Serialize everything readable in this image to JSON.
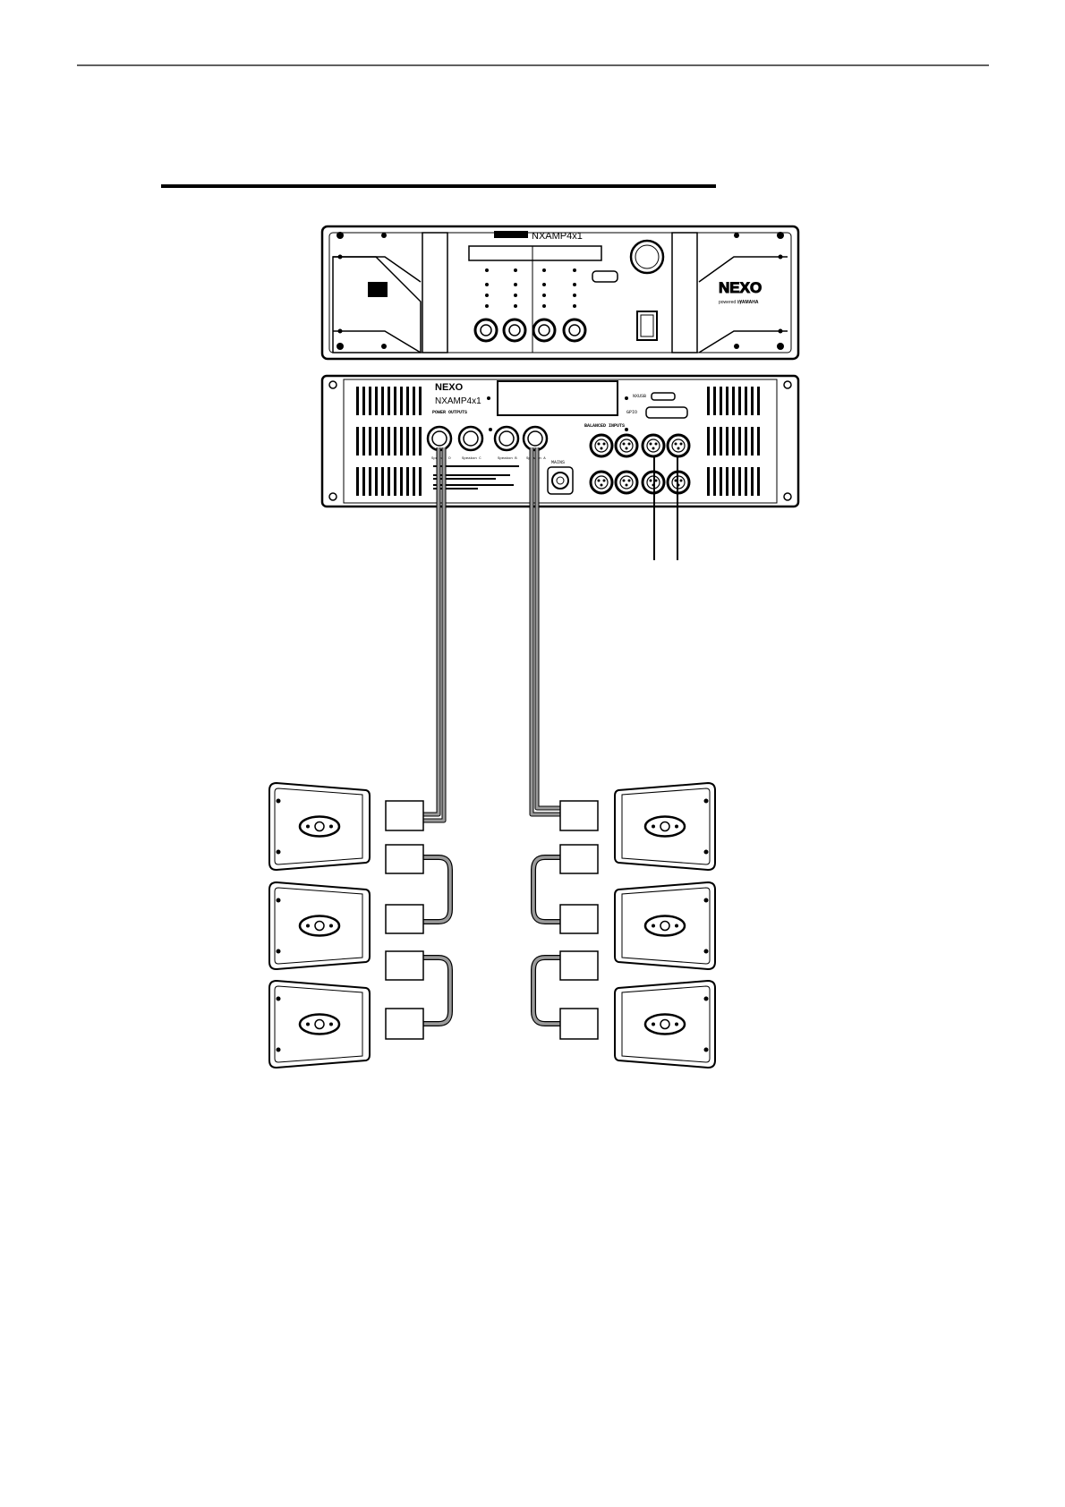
{
  "front_panel": {
    "model": "NXAMP4x1",
    "brand_logo": "NEXO",
    "powered_by": "powered by",
    "maker_logo": "YAMAHA"
  },
  "rear_panel": {
    "brand_logo": "NEXO",
    "model": "NXAMP4x1",
    "power_outputs_label": "POWER OUTPUTS",
    "balanced_inputs_label": "BALANCED INPUTS",
    "usb_label": "NXUSB",
    "gpio_label": "GPIO",
    "mains_label": "MAINS",
    "speakon_labels": [
      "Speakon D",
      "Speakon C",
      "Speakon B",
      "Speakon A"
    ]
  },
  "diagram": {
    "left_array_cabinets": 3,
    "right_array_cabinets": 3,
    "input_cables": 2
  },
  "colors": {
    "line": "#000000",
    "cable_gray": "#8a8a8a",
    "background": "#ffffff"
  }
}
